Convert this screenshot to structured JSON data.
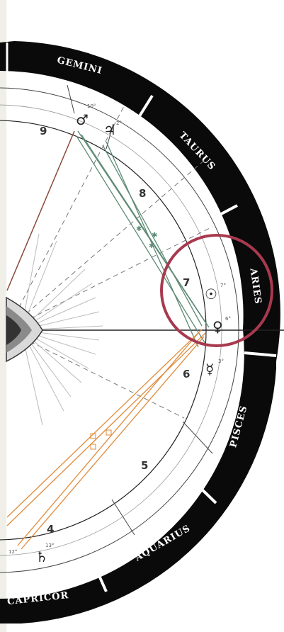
{
  "zodiac_signs": [
    {
      "label": "GEMINI"
    },
    {
      "label": "TAURUS"
    },
    {
      "label": "ARIES"
    },
    {
      "label": "PISCES"
    },
    {
      "label": "AQUARIUS"
    },
    {
      "label": "CAPRICOR"
    }
  ],
  "houses": [
    {
      "number": "9"
    },
    {
      "number": "8"
    },
    {
      "number": "7"
    },
    {
      "number": "6"
    },
    {
      "number": "5"
    },
    {
      "number": "4"
    }
  ],
  "planets": {
    "mars": {
      "glyph": "♂",
      "degree": "10°"
    },
    "jupiter": {
      "glyph": "♃",
      "degree": "2°"
    },
    "sun": {
      "glyph": "☉",
      "degree": "7°"
    },
    "venus": {
      "glyph": "♀",
      "degree": "6°"
    },
    "mercury": {
      "glyph": "☿",
      "degree": "3°"
    },
    "saturn": {
      "glyph": "♄",
      "degree": "13°"
    },
    "extra": {
      "degree": "12°"
    }
  },
  "colors": {
    "band": "#0a0a0a",
    "highlight_ring": "#a8394e",
    "aspect_green": "#5d8a75",
    "aspect_orange": "#e08a3a",
    "aspect_brown": "#8a4a3a"
  }
}
